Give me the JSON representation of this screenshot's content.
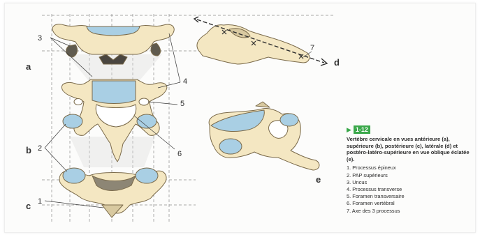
{
  "view_labels": {
    "a": "a",
    "b": "b",
    "c": "c",
    "d": "d",
    "e": "e"
  },
  "callouts": {
    "n1": "1",
    "n2": "2",
    "n3": "3",
    "n4": "4",
    "n5": "5",
    "n6": "6",
    "n7": "7"
  },
  "caption": {
    "figure_number": "1-12",
    "description": "Vertèbre cervicale en vues antérieure (a), supérieure (b), postérieure (c), latérale (d) et postéro-latéro-supérieure en vue oblique éclatée (e).",
    "legend": [
      "1. Processus épineux",
      "2. PAP supérieurs",
      "3. Uncus",
      "4. Processus transverse",
      "5. Foramen transversaire",
      "6. Foramen vertébral",
      "7. Axe des 3 processus"
    ]
  },
  "colors": {
    "bone": "#f4e7c2",
    "bone_stroke": "#7a6a4a",
    "cartilage": "#a9cfe4",
    "accent": "#3aa84a"
  }
}
